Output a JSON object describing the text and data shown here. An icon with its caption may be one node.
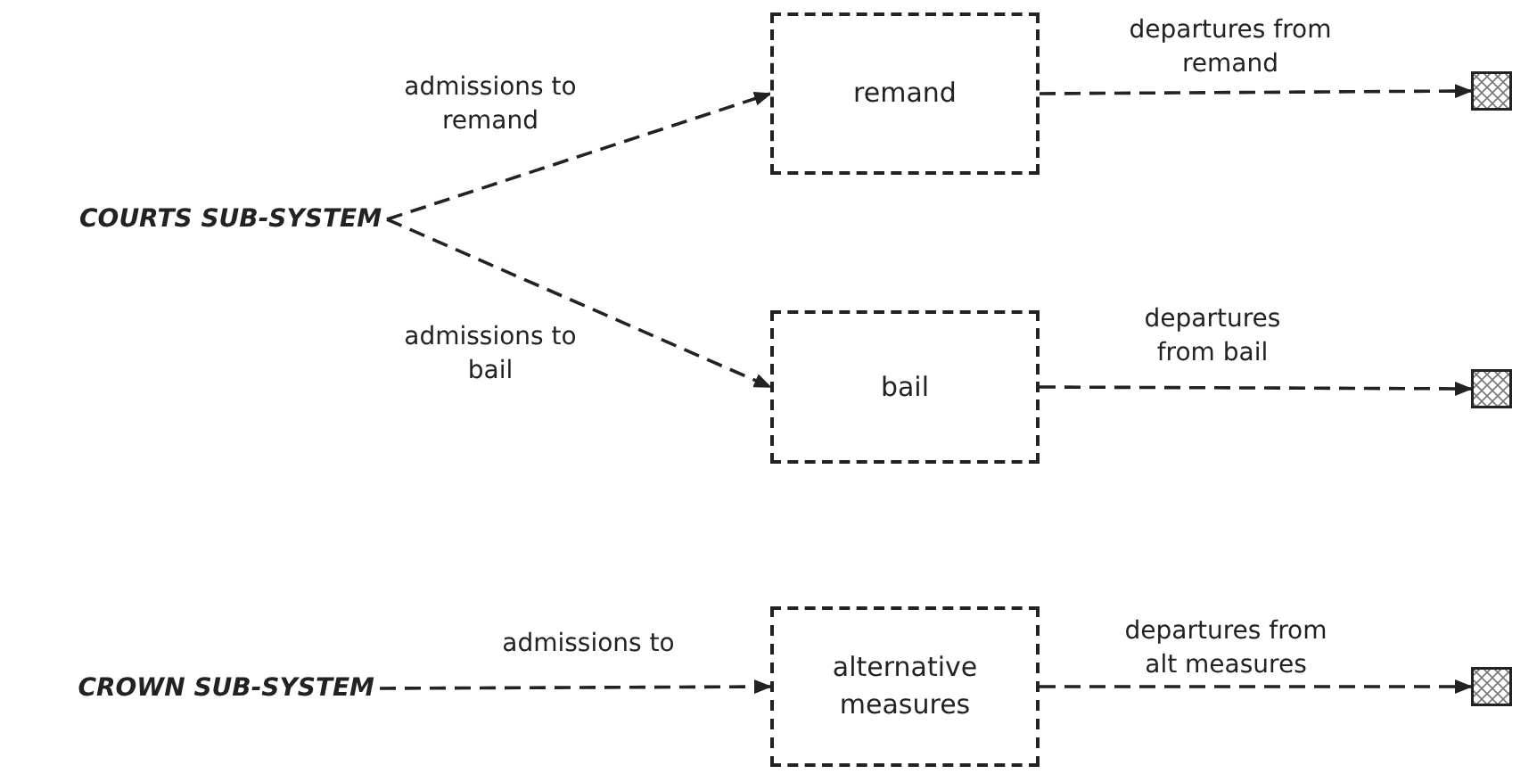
{
  "diagram": {
    "nodes": [
      {
        "text": [
          "COURTS SUB-SYSTEM"
        ]
      },
      {
        "text": [
          "remand"
        ]
      },
      {
        "text": [],
        "shape": "box"
      },
      {
        "text": [
          "bail"
        ]
      },
      {
        "text": [],
        "shape": "box"
      },
      {
        "text": [
          "CROWN SUB-SYSTEM"
        ]
      },
      {
        "text": [
          "alternative measures"
        ]
      },
      {
        "text": [],
        "shape": "box"
      }
    ],
    "edges": [
      {
        "from": 0,
        "to": 1,
        "arrow": "to",
        "label": "admissions to remand",
        "style": "dashed"
      },
      {
        "from": 1,
        "to": 2,
        "arrow": "to",
        "label": "departures from remand",
        "style": "dashed"
      },
      {
        "from": 0,
        "to": 3,
        "arrow": "to",
        "label": "admissions to bail",
        "style": "dashed"
      },
      {
        "from": 3,
        "to": 4,
        "arrow": "to",
        "label": "departures from bail",
        "style": "dashed"
      },
      {
        "from": 5,
        "to": 6,
        "arrow": "to",
        "label": "admissions to",
        "style": "dashed"
      },
      {
        "from": 6,
        "to": 7,
        "arrow": "to",
        "label": "departures from alt measures",
        "style": "dashed"
      }
    ]
  }
}
